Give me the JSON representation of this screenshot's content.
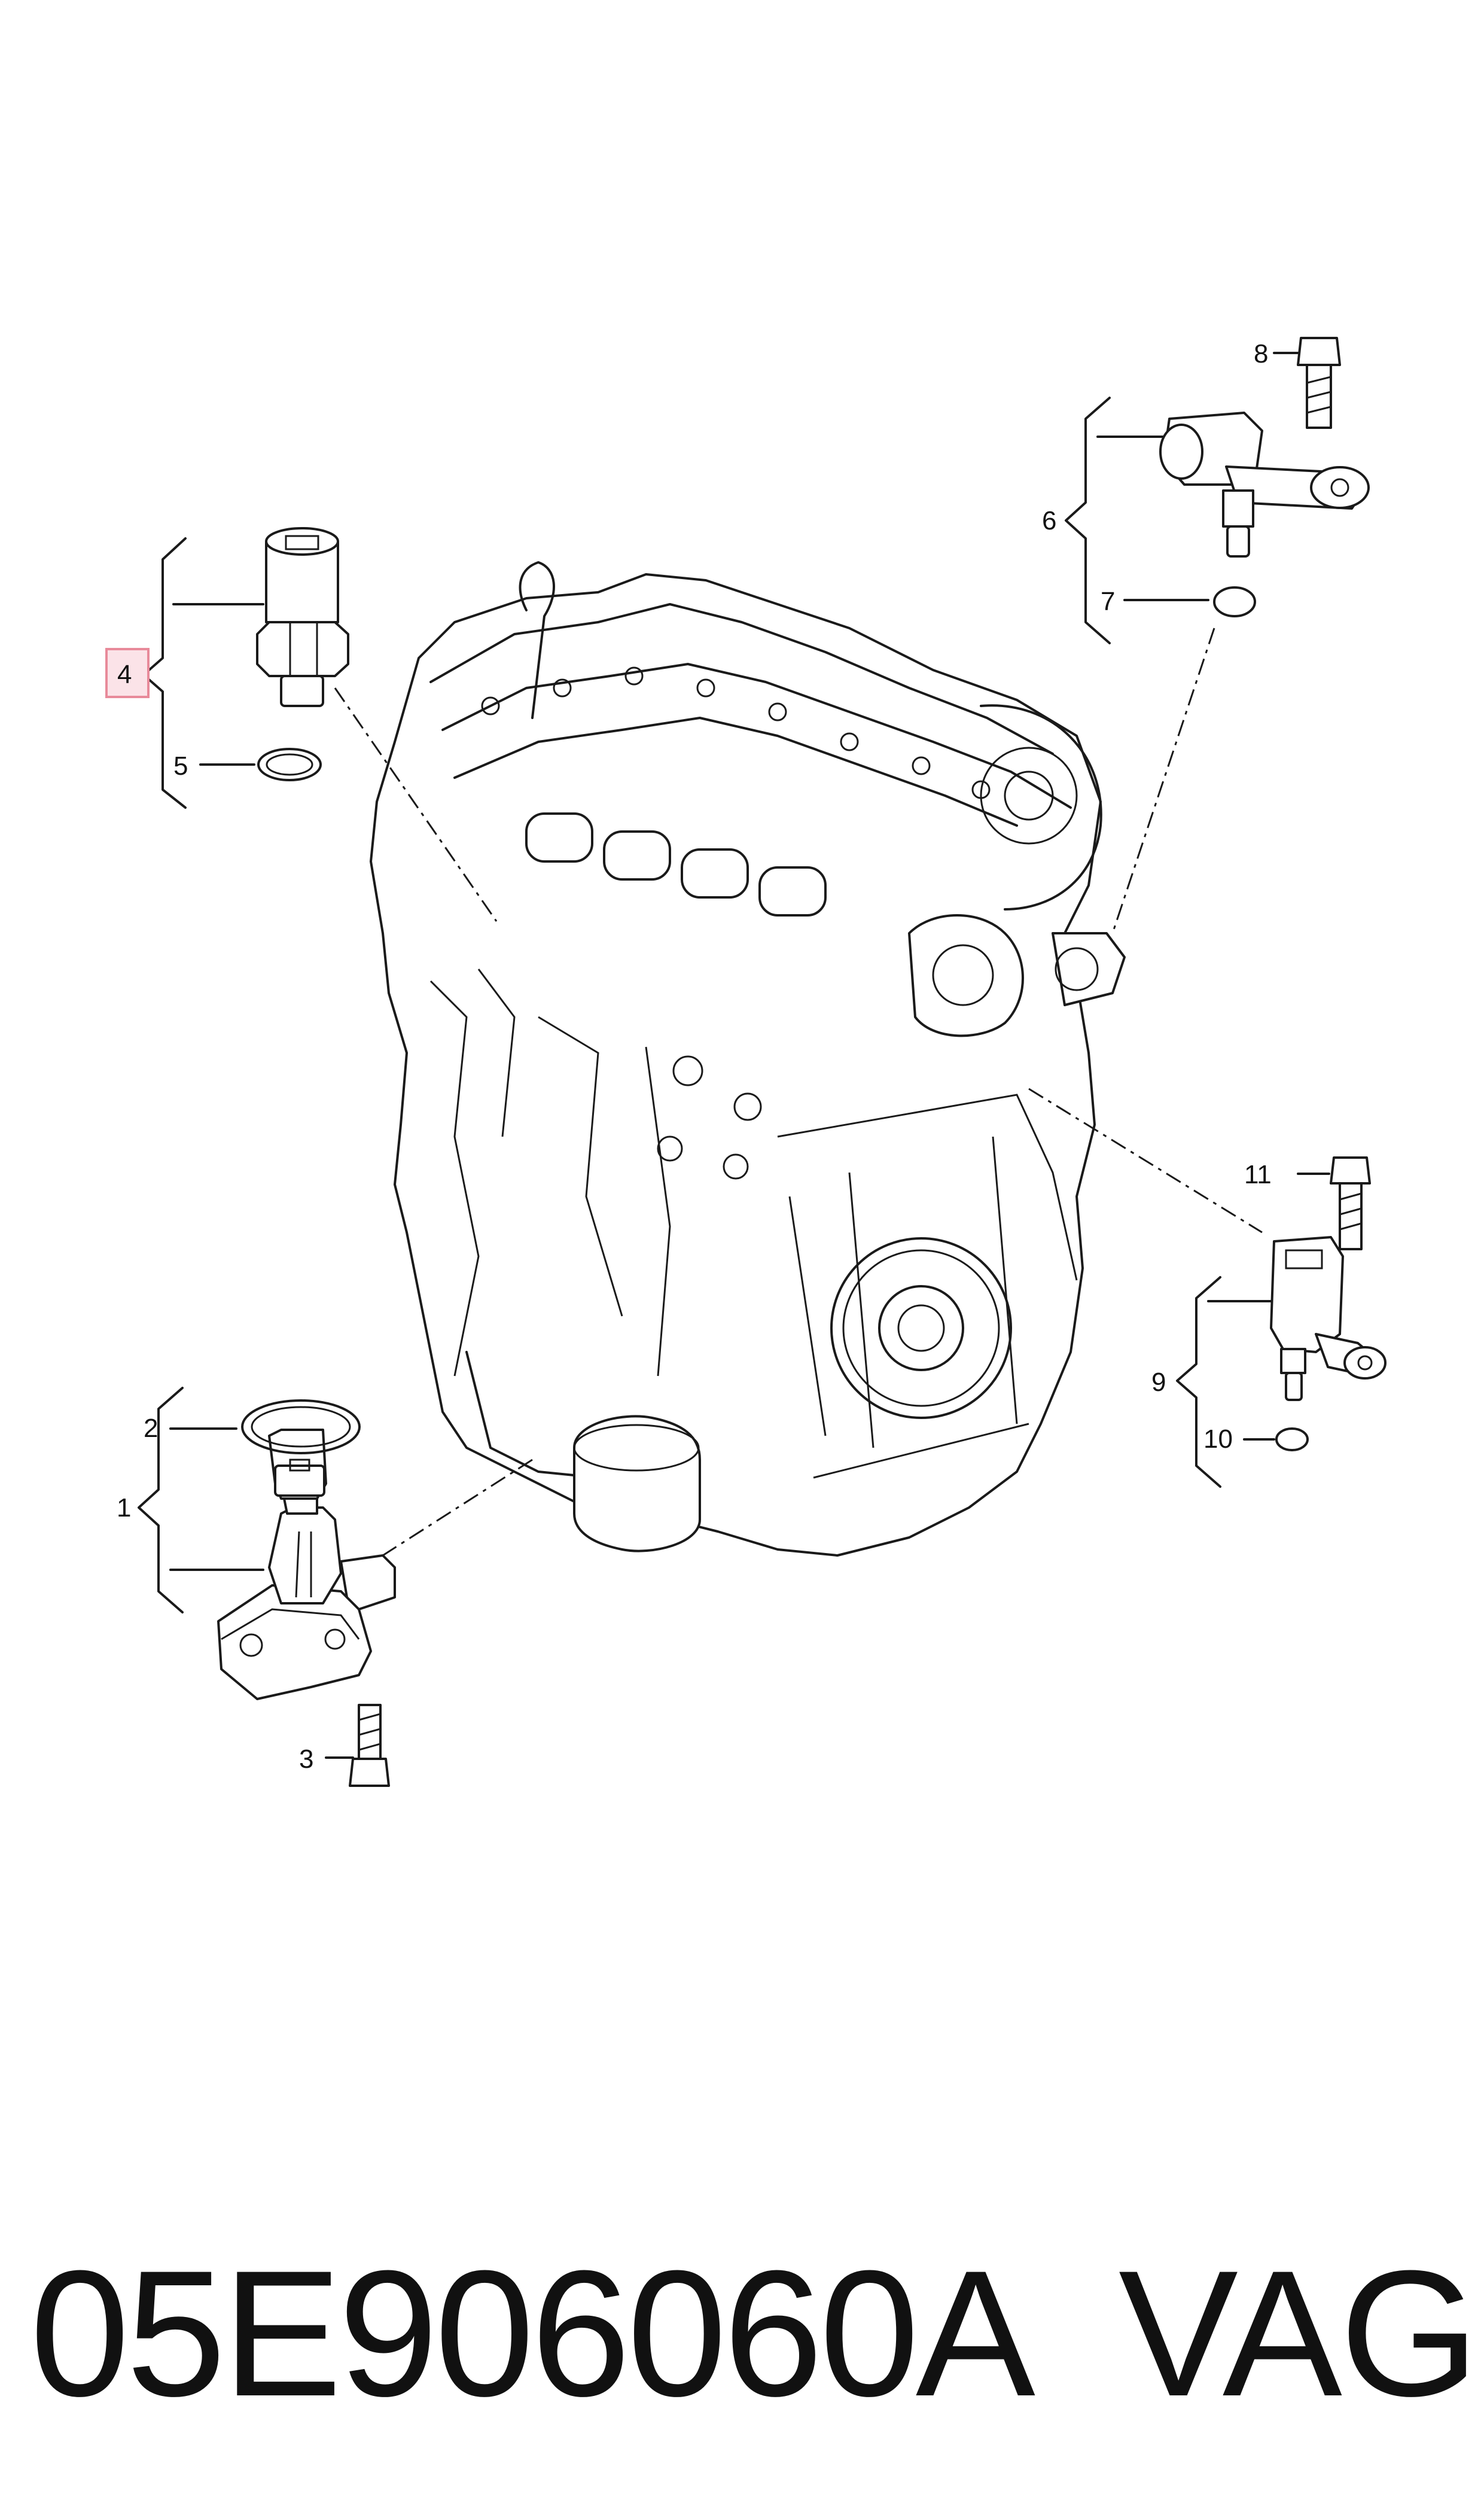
{
  "diagram": {
    "callouts": [
      {
        "id": "c1",
        "label": "1"
      },
      {
        "id": "c2",
        "label": "2"
      },
      {
        "id": "c3",
        "label": "3"
      },
      {
        "id": "c4",
        "label": "4",
        "highlighted": true
      },
      {
        "id": "c5",
        "label": "5"
      },
      {
        "id": "c6",
        "label": "6"
      },
      {
        "id": "c7",
        "label": "7"
      },
      {
        "id": "c8",
        "label": "8"
      },
      {
        "id": "c9",
        "label": "9"
      },
      {
        "id": "c10",
        "label": "10"
      },
      {
        "id": "c11",
        "label": "11"
      }
    ],
    "highlight_color": "#e88a9a",
    "highlight_fill": "#fbe3e8"
  },
  "footer": {
    "part_number": "05E906060A",
    "brand": "VAG"
  }
}
